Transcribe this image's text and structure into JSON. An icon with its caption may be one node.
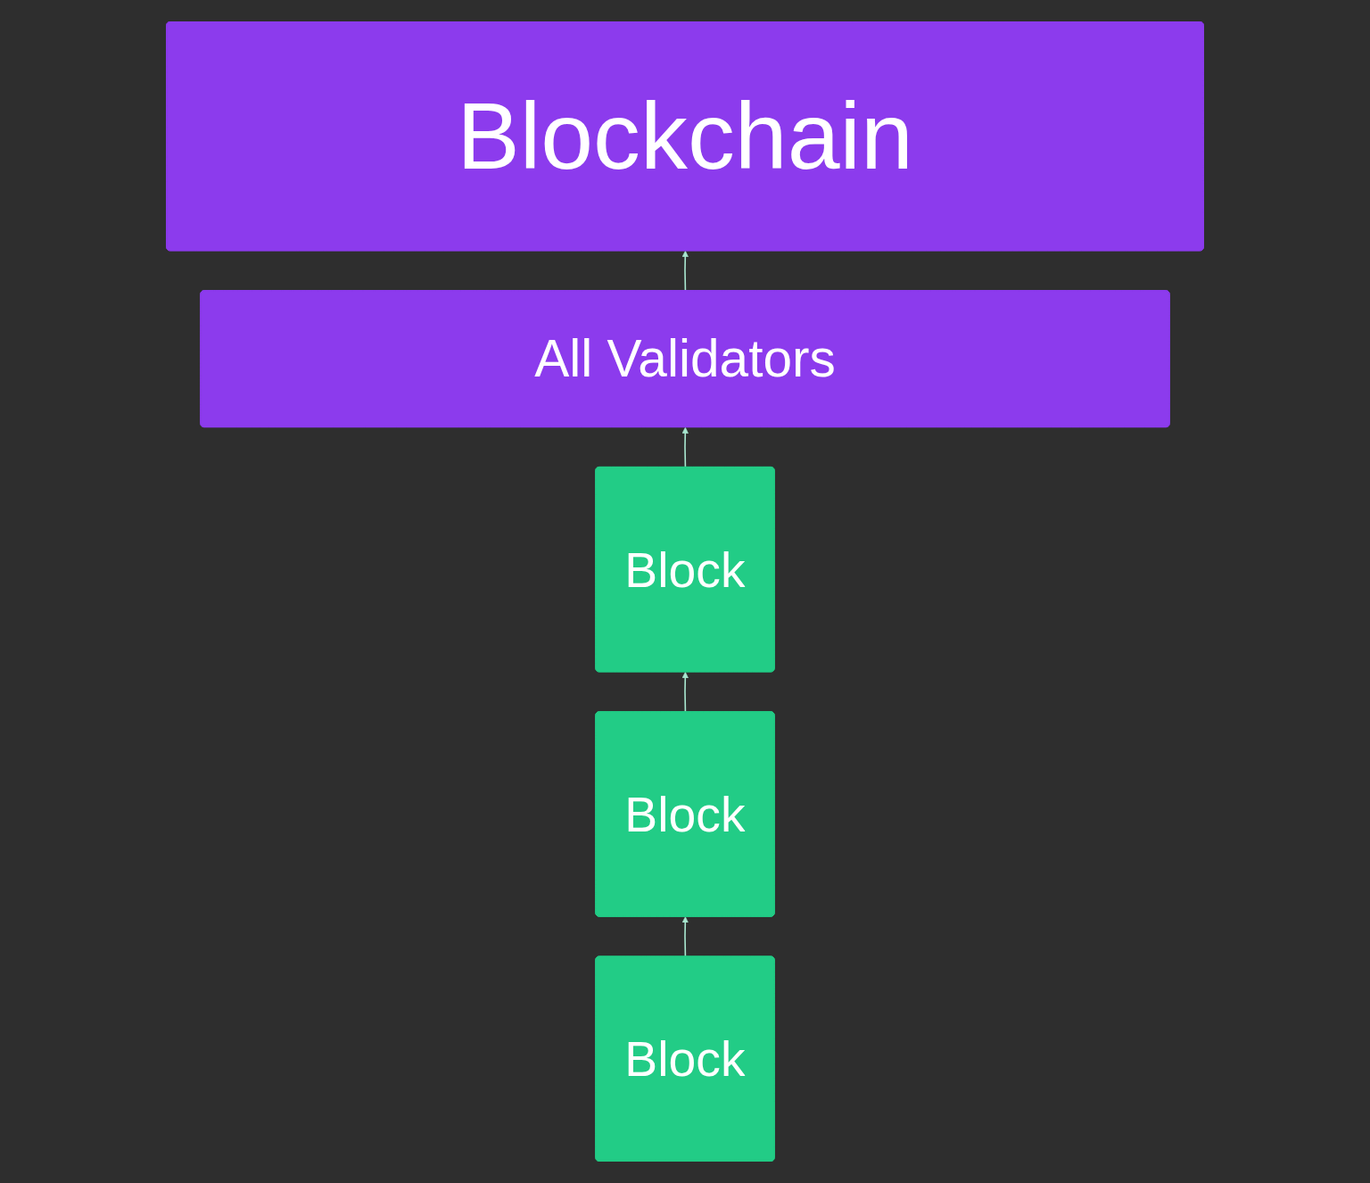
{
  "diagram": {
    "nodes": [
      {
        "text": [
          "Blockchain"
        ]
      },
      {
        "text": [
          "All Validators"
        ]
      },
      {
        "text": [
          "Block"
        ]
      },
      {
        "text": [
          "Block"
        ]
      },
      {
        "text": [
          "Block"
        ]
      }
    ],
    "edges": [
      {
        "from": 1,
        "to": 0,
        "arrow": "to"
      },
      {
        "from": 2,
        "to": 1,
        "arrow": "to"
      },
      {
        "from": 3,
        "to": 2,
        "arrow": "to"
      },
      {
        "from": 4,
        "to": 3,
        "arrow": "to"
      }
    ]
  }
}
